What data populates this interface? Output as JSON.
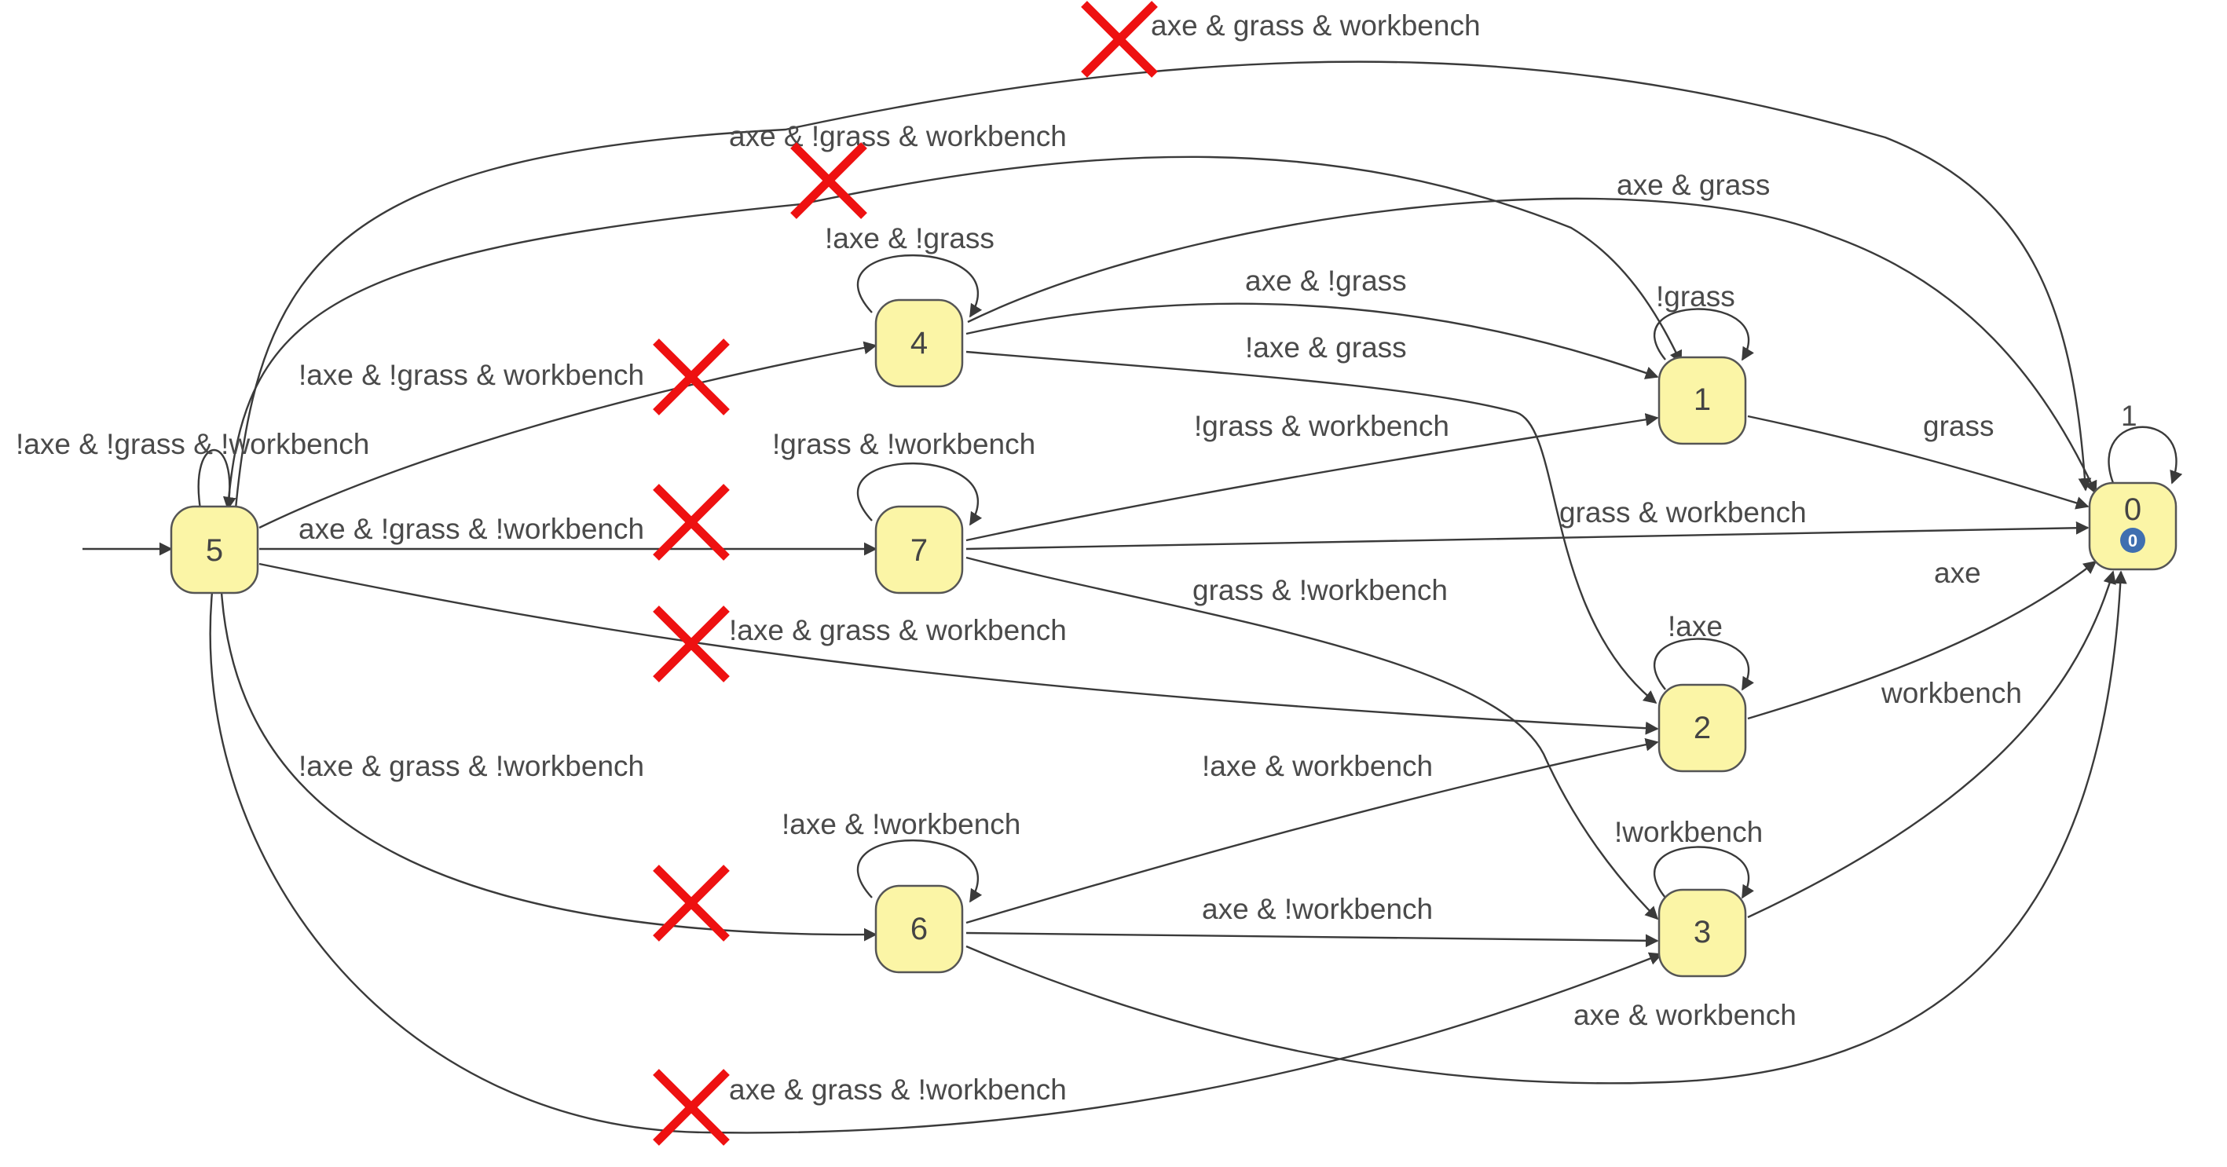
{
  "diagram": {
    "kind": "automaton",
    "initial_state": "5",
    "states": [
      {
        "id": "s0",
        "label": "0",
        "accepting_badge": "0"
      },
      {
        "id": "s1",
        "label": "1"
      },
      {
        "id": "s2",
        "label": "2"
      },
      {
        "id": "s3",
        "label": "3"
      },
      {
        "id": "s4",
        "label": "4"
      },
      {
        "id": "s5",
        "label": "5"
      },
      {
        "id": "s6",
        "label": "6"
      },
      {
        "id": "s7",
        "label": "7"
      }
    ],
    "transitions": [
      {
        "from": "5",
        "to": "5",
        "label": "!axe & !grass & !workbench",
        "crossed_out": false
      },
      {
        "from": "5",
        "to": "0",
        "label": "axe & grass & workbench",
        "crossed_out": true
      },
      {
        "from": "5",
        "to": "1",
        "label": "axe & !grass & workbench",
        "crossed_out": true
      },
      {
        "from": "5",
        "to": "4",
        "label": "!axe & !grass & workbench",
        "crossed_out": true
      },
      {
        "from": "5",
        "to": "7",
        "label": "axe & !grass & !workbench",
        "crossed_out": true
      },
      {
        "from": "5",
        "to": "2",
        "label": "!axe & grass & workbench",
        "crossed_out": true
      },
      {
        "from": "5",
        "to": "6",
        "label": "!axe & grass & !workbench",
        "crossed_out": true
      },
      {
        "from": "5",
        "to": "3",
        "label": "axe & grass & !workbench",
        "crossed_out": true
      },
      {
        "from": "4",
        "to": "4",
        "label": "!axe & !grass",
        "crossed_out": false
      },
      {
        "from": "4",
        "to": "0",
        "label": "axe & grass",
        "crossed_out": false
      },
      {
        "from": "4",
        "to": "1",
        "label": "axe & !grass",
        "crossed_out": false
      },
      {
        "from": "4",
        "to": "2",
        "label": "!axe & grass",
        "crossed_out": false
      },
      {
        "from": "7",
        "to": "7",
        "label": "!grass & !workbench",
        "crossed_out": false
      },
      {
        "from": "7",
        "to": "1",
        "label": "!grass & workbench",
        "crossed_out": false
      },
      {
        "from": "7",
        "to": "0",
        "label": "grass & workbench",
        "crossed_out": false
      },
      {
        "from": "7",
        "to": "3",
        "label": "grass & !workbench",
        "crossed_out": false
      },
      {
        "from": "6",
        "to": "6",
        "label": "!axe & !workbench",
        "crossed_out": false
      },
      {
        "from": "6",
        "to": "2",
        "label": "!axe & workbench",
        "crossed_out": false
      },
      {
        "from": "6",
        "to": "3",
        "label": "axe & !workbench",
        "crossed_out": false
      },
      {
        "from": "6",
        "to": "0",
        "label": "axe & workbench",
        "crossed_out": false
      },
      {
        "from": "1",
        "to": "1",
        "label": "!grass",
        "crossed_out": false
      },
      {
        "from": "1",
        "to": "0",
        "label": "grass",
        "crossed_out": false
      },
      {
        "from": "2",
        "to": "2",
        "label": "!axe",
        "crossed_out": false
      },
      {
        "from": "2",
        "to": "0",
        "label": "axe",
        "crossed_out": false
      },
      {
        "from": "3",
        "to": "3",
        "label": "!workbench",
        "crossed_out": false
      },
      {
        "from": "3",
        "to": "0",
        "label": "workbench",
        "crossed_out": false
      },
      {
        "from": "0",
        "to": "0",
        "label": "1",
        "crossed_out": false
      }
    ]
  },
  "colors": {
    "node_fill": "#fbf5a6",
    "node_stroke": "#555555",
    "edge": "#3a3a3a",
    "label_text": "#4a4a4a",
    "cross_mark": "#ee1111",
    "accepting_badge": "#3f6fb0"
  }
}
